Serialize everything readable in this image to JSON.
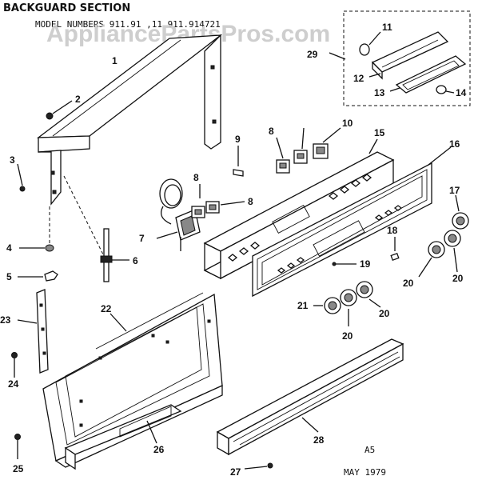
{
  "header": {
    "title": "BACKGUARD SECTION",
    "model_line": "MODEL  NUMBERS 911.91 ,11  911.914721"
  },
  "watermark": "AppliancePartsPros.com",
  "footer": {
    "code": "A5",
    "date": "MAY 1979"
  },
  "callouts": [
    "1",
    "2",
    "3",
    "4",
    "5",
    "6",
    "7",
    "8",
    "8",
    "8",
    "9",
    "10",
    "11",
    "12",
    "13",
    "14",
    "15",
    "16",
    "17",
    "18",
    "19",
    "20",
    "20",
    "20",
    "20",
    "21",
    "22",
    "23",
    "24",
    "25",
    "26",
    "27",
    "28",
    "29"
  ]
}
